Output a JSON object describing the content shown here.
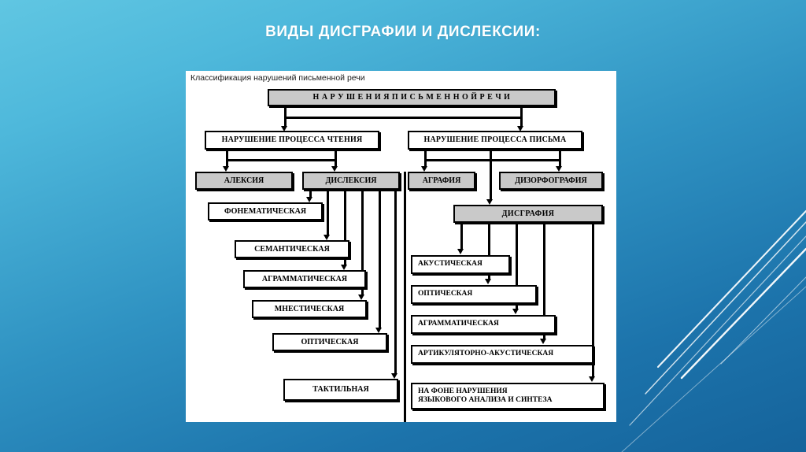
{
  "slide": {
    "title": "ВИДЫ ДИСГРАФИИ И ДИСЛЕКСИИ:",
    "background_top_color": "#5BC0DE",
    "background_bottom_color": "#15639B",
    "panel_background": "#FFFFFF",
    "accent_box_color": "#C9C9C9"
  },
  "diagram": {
    "caption": "Классификация нарушений письменной речи",
    "root": {
      "label": "Н А Р У Ш Е Н И Я   П И С Ь М Е Н Н О Й   Р Е Ч И"
    },
    "branches": [
      {
        "label": "НАРУШЕНИЕ  ПРОЦЕССА ЧТЕНИЯ"
      },
      {
        "label": "НАРУШЕНИЕ  ПРОЦЕССА  ПИСЬМА"
      }
    ],
    "categories": [
      {
        "label": "АЛЕКСИЯ",
        "filled": true
      },
      {
        "label": "ДИСЛЕКСИЯ",
        "filled": true
      },
      {
        "label": "АГРАФИЯ",
        "filled": true
      },
      {
        "label": "ДИЗОРФОГРАФИЯ",
        "filled": true
      }
    ],
    "dysgraphia_node": {
      "label": "ДИСГРАФИЯ",
      "filled": true
    },
    "dyslexia_types": [
      {
        "label": "ФОНЕМАТИЧЕСКАЯ"
      },
      {
        "label": "СЕМАНТИЧЕСКАЯ"
      },
      {
        "label": "АГРАММАТИЧЕСКАЯ"
      },
      {
        "label": "МНЕСТИЧЕСКАЯ"
      },
      {
        "label": "ОПТИЧЕСКАЯ"
      },
      {
        "label": "ТАКТИЛЬНАЯ"
      }
    ],
    "dysgraphia_types": [
      {
        "line1": "АКУСТИЧЕСКАЯ",
        "line2": ""
      },
      {
        "line1": "ОПТИЧЕСКАЯ",
        "line2": ""
      },
      {
        "line1": "АГРАММАТИЧЕСКАЯ",
        "line2": ""
      },
      {
        "line1": "АРТИКУЛЯТОРНО-АКУСТИЧЕСКАЯ",
        "line2": ""
      },
      {
        "line1": "НА ФОНЕ НАРУШЕНИЯ",
        "line2": "ЯЗЫКОВОГО АНАЛИЗА И  СИНТЕЗА"
      }
    ]
  }
}
